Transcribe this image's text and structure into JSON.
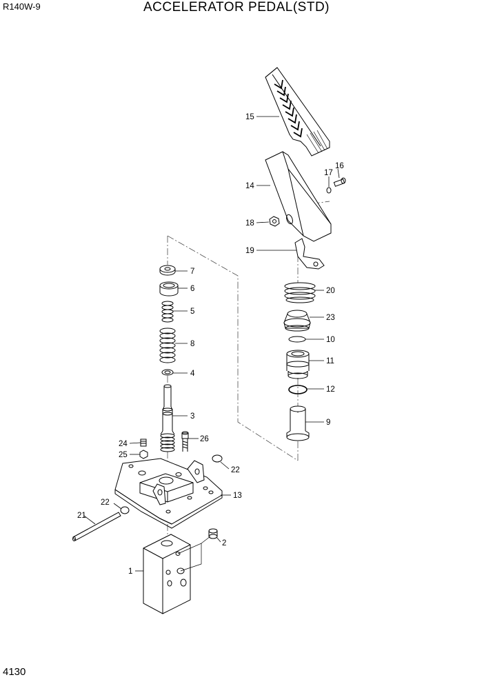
{
  "header": {
    "model": "R140W-9",
    "title": "ACCELERATOR PEDAL(STD)"
  },
  "footer": {
    "page_number": "4130"
  },
  "callouts": {
    "c1": "1",
    "c2": "2",
    "c3": "3",
    "c4": "4",
    "c5": "5",
    "c6": "6",
    "c7": "7",
    "c8": "8",
    "c9": "9",
    "c10": "10",
    "c11": "11",
    "c12": "12",
    "c13": "13",
    "c14": "14",
    "c15": "15",
    "c16": "16",
    "c17": "17",
    "c18": "18",
    "c19": "19",
    "c20": "20",
    "c21": "21",
    "c22a": "22",
    "c22b": "22",
    "c23": "23",
    "c24": "24",
    "c25": "25",
    "c26": "26"
  }
}
